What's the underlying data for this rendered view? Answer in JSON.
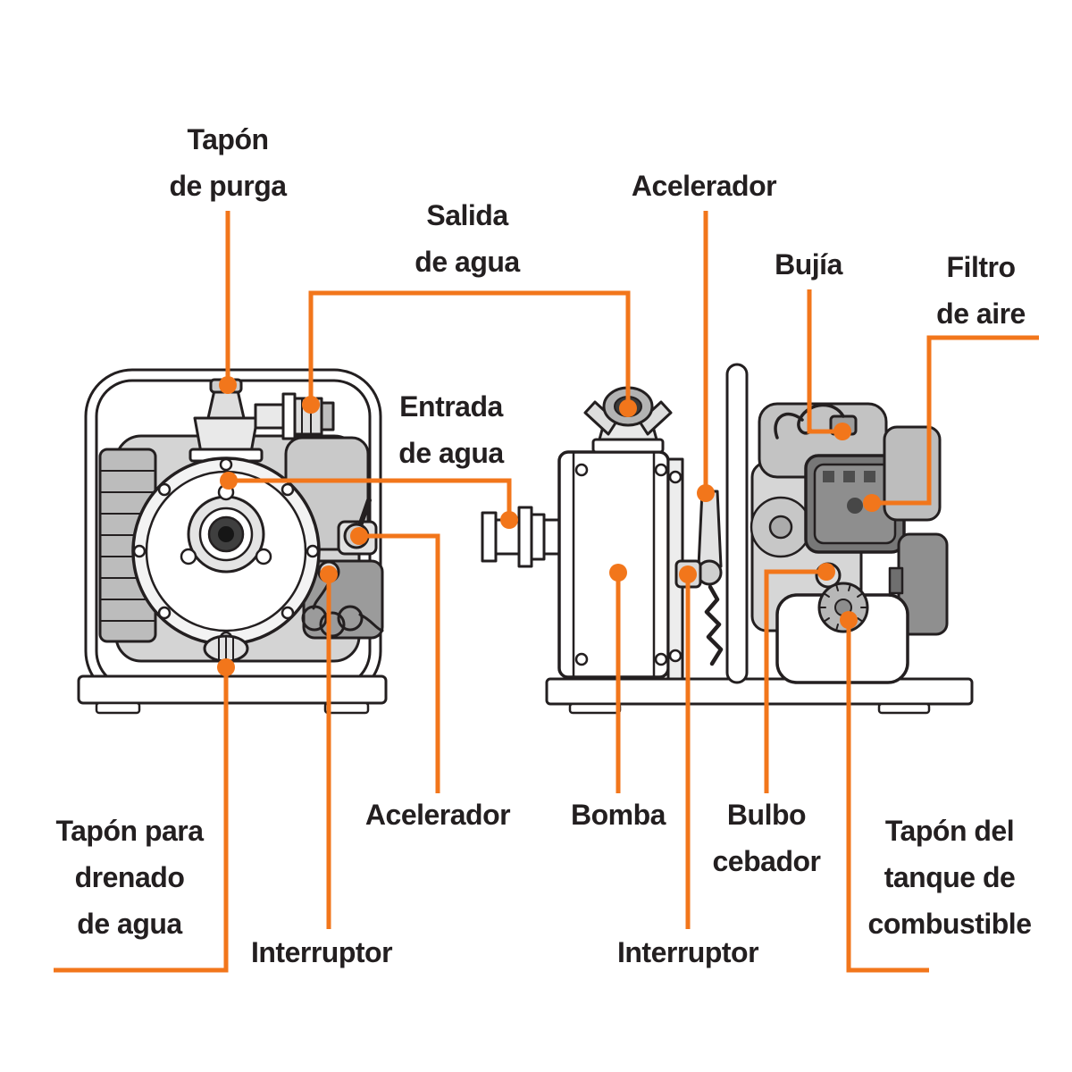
{
  "colors": {
    "accent": "#f2761b",
    "ink": "#231f20"
  },
  "labels": {
    "tapon_purga": "Tapón\nde purga",
    "salida_agua": "Salida\nde agua",
    "acelerador_top": "Acelerador",
    "bujia": "Bujía",
    "filtro_aire": "Filtro\nde aire",
    "entrada_agua": "Entrada\nde agua",
    "acelerador_front": "Acelerador",
    "interruptor_front": "Interruptor",
    "tapon_drenado": "Tapón para\ndrenado\nde agua",
    "bomba": "Bomba",
    "bulbo_cebador": "Bulbo\ncebador",
    "interruptor_side": "Interruptor",
    "tapon_tanque": "Tapón del\ntanque de\ncombustible"
  }
}
